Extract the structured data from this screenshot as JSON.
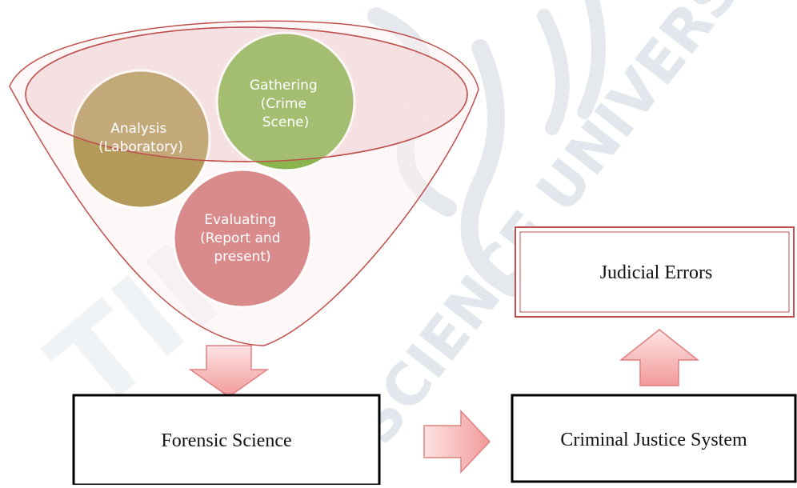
{
  "funnel": {
    "circles": [
      {
        "id": "analysis",
        "lines": [
          "Analysis",
          "(Laboratory)"
        ],
        "color": "#b3995a"
      },
      {
        "id": "gathering",
        "lines": [
          "Gathering",
          "(Crime",
          "Scene)"
        ],
        "color": "#8ab54e"
      },
      {
        "id": "evaluating",
        "lines": [
          "Evaluating",
          "(Report and",
          "present)"
        ],
        "color": "#d98a8a"
      }
    ],
    "outline_color": "#c0504d",
    "rim_fill": "#f2dcdb"
  },
  "boxes": {
    "forensic": "Forensic Science",
    "criminal": "Criminal Justice System",
    "judicial": "Judicial Errors"
  },
  "colors": {
    "arrow_fill": "#f7c6c6",
    "arrow_stroke": "#e08080",
    "box_border": "#000000",
    "judicial_border": "#c0504d"
  }
}
